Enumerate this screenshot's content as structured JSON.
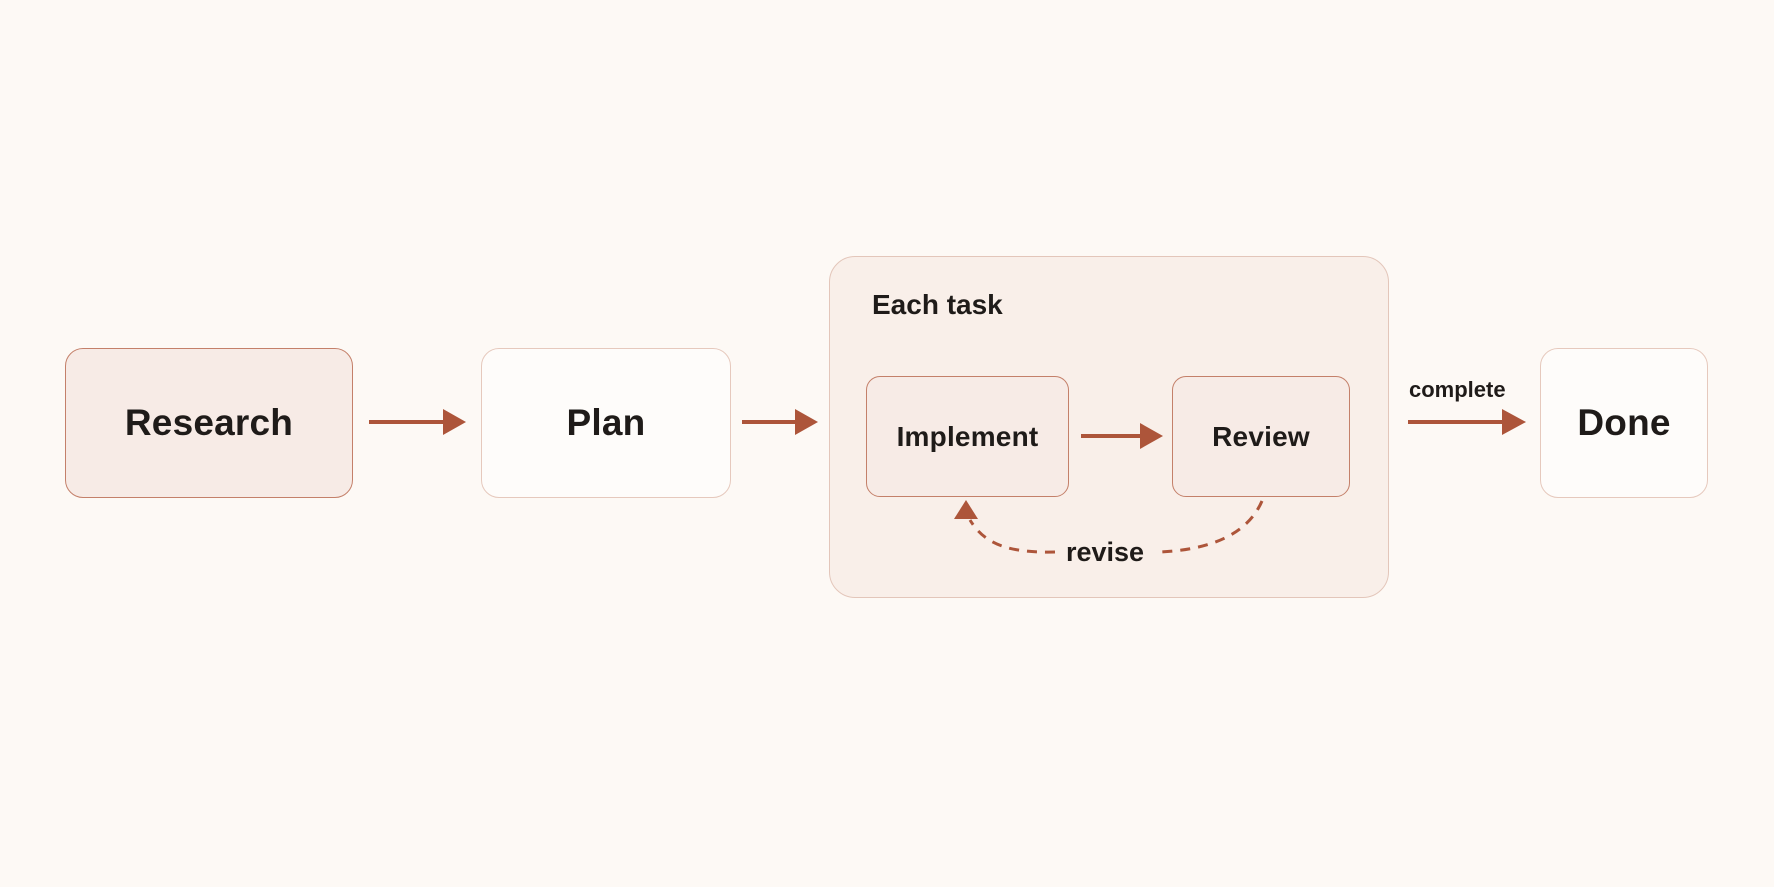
{
  "colors": {
    "background": "#fdf9f5",
    "accent": "#ad553a",
    "node_fill": "#f7ebe6",
    "node_border": "#c4806a",
    "outline_border": "#e6c9bd",
    "group_fill": "#f9efe9",
    "text": "#1f1b19"
  },
  "nodes": {
    "research": "Research",
    "plan": "Plan",
    "implement": "Implement",
    "review": "Review",
    "done": "Done"
  },
  "group": {
    "title": "Each task"
  },
  "edges": {
    "revise_label": "revise",
    "complete_label": "complete"
  }
}
